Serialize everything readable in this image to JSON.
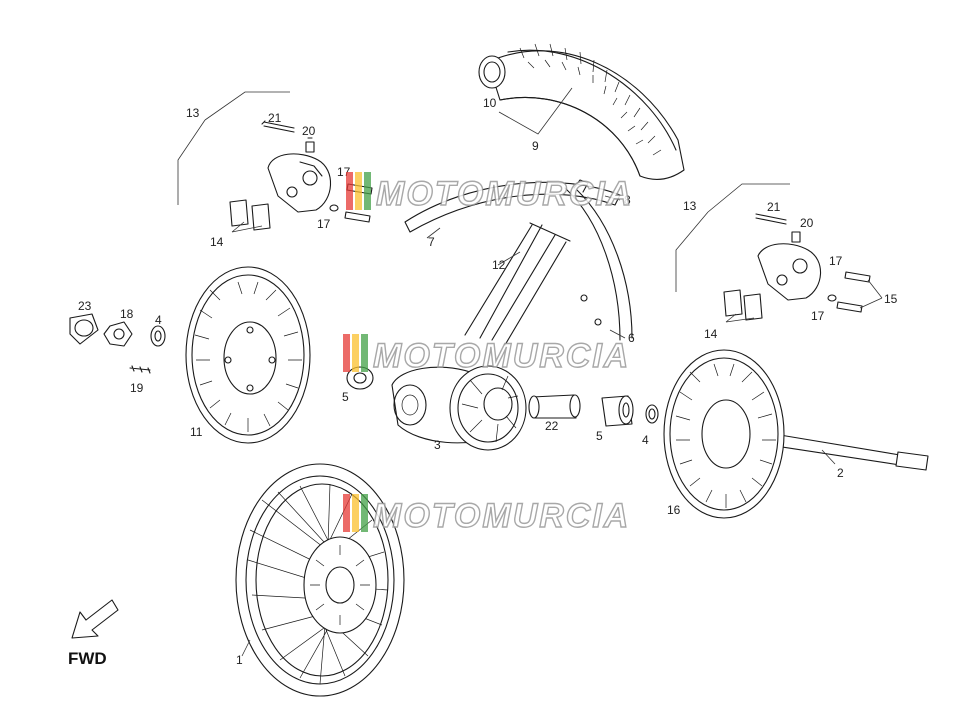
{
  "diagram": {
    "callouts": [
      "1",
      "2",
      "3",
      "4",
      "4",
      "5",
      "5",
      "6",
      "7",
      "8",
      "9",
      "10",
      "11",
      "12",
      "13",
      "13",
      "14",
      "14",
      "15",
      "16",
      "17",
      "17",
      "17",
      "17",
      "18",
      "19",
      "20",
      "20",
      "21",
      "21",
      "22",
      "23"
    ],
    "fwd_label": "FWD",
    "watermark": "MOTOMURCIA",
    "colors": {
      "line": "#1a1a1a",
      "watermark_outline": "#9a9a9a",
      "watermark_stripes": [
        "#e53935",
        "#fbc02d",
        "#43a047"
      ]
    }
  }
}
